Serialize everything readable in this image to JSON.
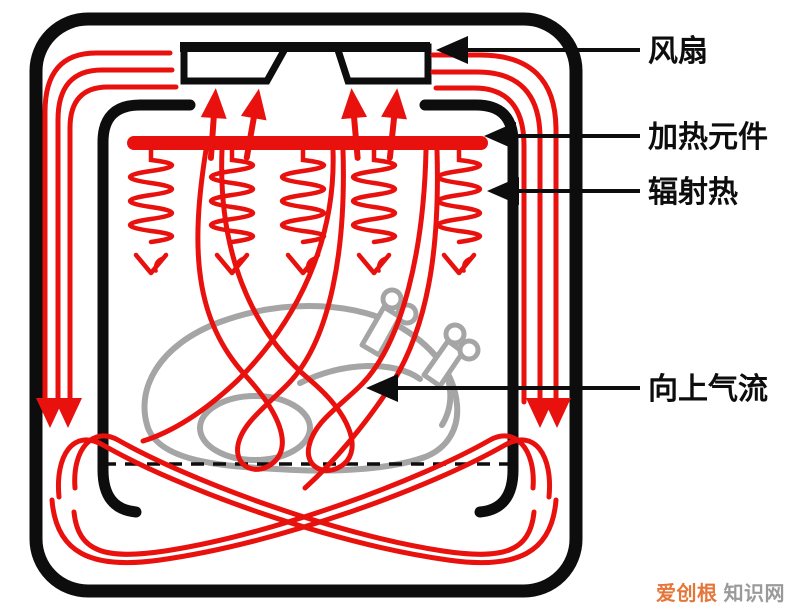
{
  "diagram": {
    "labels": {
      "fan": "风扇",
      "heating_element": "加热元件",
      "radiant_heat": "辐射热",
      "upward_airflow": "向上气流"
    },
    "colors": {
      "flow_red": "#e8110e",
      "line_black": "#0d0d0d",
      "food_gray": "#a5a5a5"
    }
  },
  "watermark": {
    "brand": "爱创根",
    "suffix": "知识网",
    "brand_color": "#e5763a",
    "suffix_color": "#9a9a9a"
  }
}
